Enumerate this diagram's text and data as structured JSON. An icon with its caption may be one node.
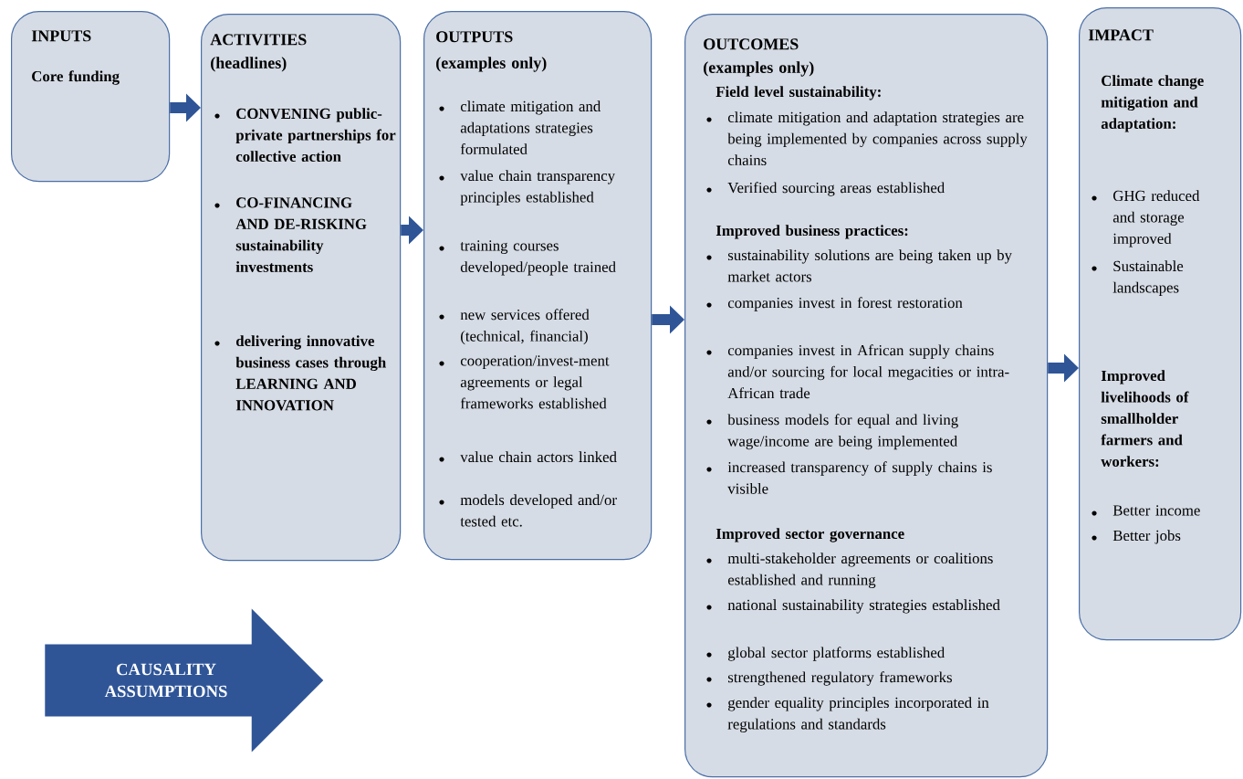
{
  "diagram": {
    "nodes": [
      {
        "text": [
          "INPUTS",
          "Core funding"
        ]
      },
      {
        "text": [
          "ACTIVITIES",
          "(headlines)",
          "CONVENING public-private partnerships for collective action",
          "CO-FINANCING AND DE-RISKING sustainability investments",
          "delivering innovative business cases through LEARNING AND INNOVATION"
        ]
      },
      {
        "text": [
          "OUTPUTS",
          "(examples only)",
          "climate mitigation and adaptations strategies formulated",
          "value chain transparency principles established",
          "training courses developed/people trained",
          "new services offered (technical, financial)",
          "cooperation/invest-ment agreements or legal frameworks established",
          "value chain actors linked",
          "models developed and/or tested etc."
        ]
      },
      {
        "text": [
          "OUTCOMES",
          "(examples only)",
          "Field level sustainability:",
          "climate mitigation and adaptation strategies are being implemented by companies across supply chains",
          "Verified sourcing areas established",
          "Improved business practices:",
          "sustainability solutions are being taken up by market actors",
          "companies invest in forest restoration",
          "companies invest in African supply chains and/or sourcing for local megacities or intra-African trade",
          "business models for equal and living wage/income are being implemented",
          "increased transparency of supply chains is visible",
          "Improved sector governance",
          "multi-stakeholder agreements or coalitions established and running",
          "national sustainability strategies established",
          "global sector platforms established",
          "strengthened regulatory frameworks",
          "gender equality principles incorporated in regulations and standards"
        ]
      },
      {
        "text": [
          "IMPACT",
          "Climate change mitigation and adaptation:",
          "GHG reduced and storage improved",
          "Sustainable landscapes",
          "Improved livelihoods of smallholder farmers and workers:",
          "Better income",
          "Better jobs"
        ]
      },
      {
        "text": [
          "CAUSALITY ASSUMPTIONS"
        ]
      }
    ],
    "edges": [
      {
        "from": 0,
        "to": 1,
        "arrow": "to"
      },
      {
        "from": 1,
        "to": 2,
        "arrow": "to"
      },
      {
        "from": 2,
        "to": 3,
        "arrow": "to"
      },
      {
        "from": 3,
        "to": 4,
        "arrow": "to"
      }
    ]
  }
}
